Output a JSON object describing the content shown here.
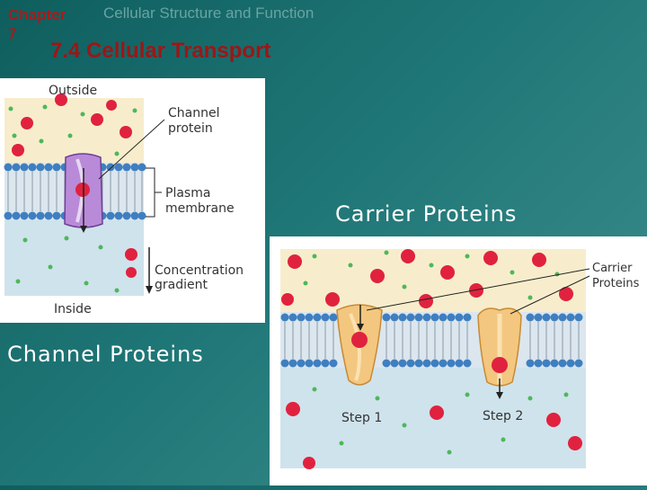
{
  "header": {
    "chapter_line1": "Chapter",
    "chapter_line2": "7",
    "chapter_title": "Cellular Structure and Function",
    "section_title": "7.4 Cellular Transport"
  },
  "channel_figure": {
    "outside": "Outside",
    "inside": "Inside",
    "channel_protein_l1": "Channel",
    "channel_protein_l2": "protein",
    "plasma_l1": "Plasma",
    "plasma_l2": "membrane",
    "gradient_l1": "Concentration",
    "gradient_l2": "gradient"
  },
  "carrier_figure": {
    "carrier_l1": "Carrier",
    "carrier_l2": "Proteins",
    "step1": "Step 1",
    "step2": "Step 2"
  },
  "captions": {
    "carrier": "Carrier Proteins",
    "channel": "Channel Proteins"
  },
  "colors": {
    "title_red": "#9b1717",
    "particle_red": "#e0223f",
    "lipid_blue": "#3f7fc0",
    "protein_purple": "#9b63c2",
    "protein_tan": "#f3c77f"
  }
}
